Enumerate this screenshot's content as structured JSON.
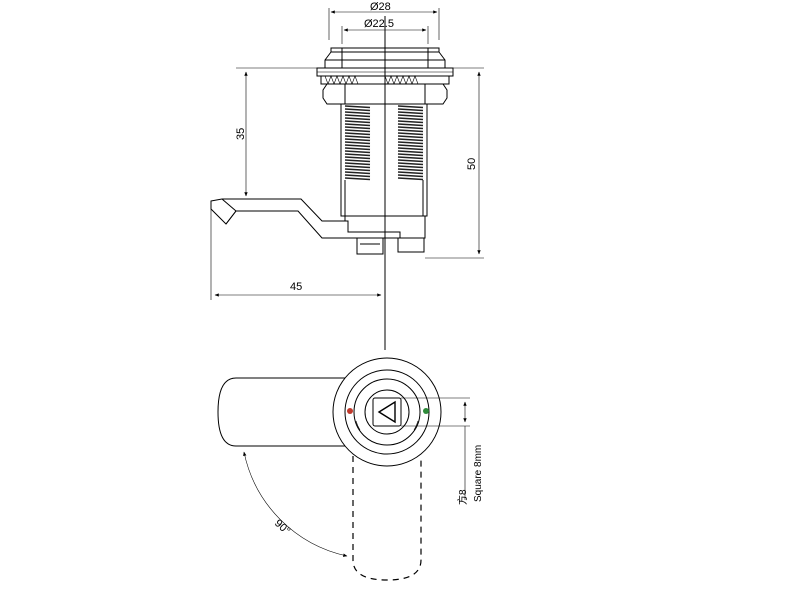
{
  "dimensions": {
    "outer_diameter": "Ø28",
    "inner_diameter": "Ø22.5",
    "height_35": "35",
    "height_50": "50",
    "width_45": "45",
    "rotation": "90°"
  },
  "notes": {
    "square_label": "Square 8mm",
    "square_code": "方8"
  },
  "colors": {
    "line": "#000000",
    "indicator_red": "#c0392b",
    "indicator_green": "#2e8b3a"
  }
}
